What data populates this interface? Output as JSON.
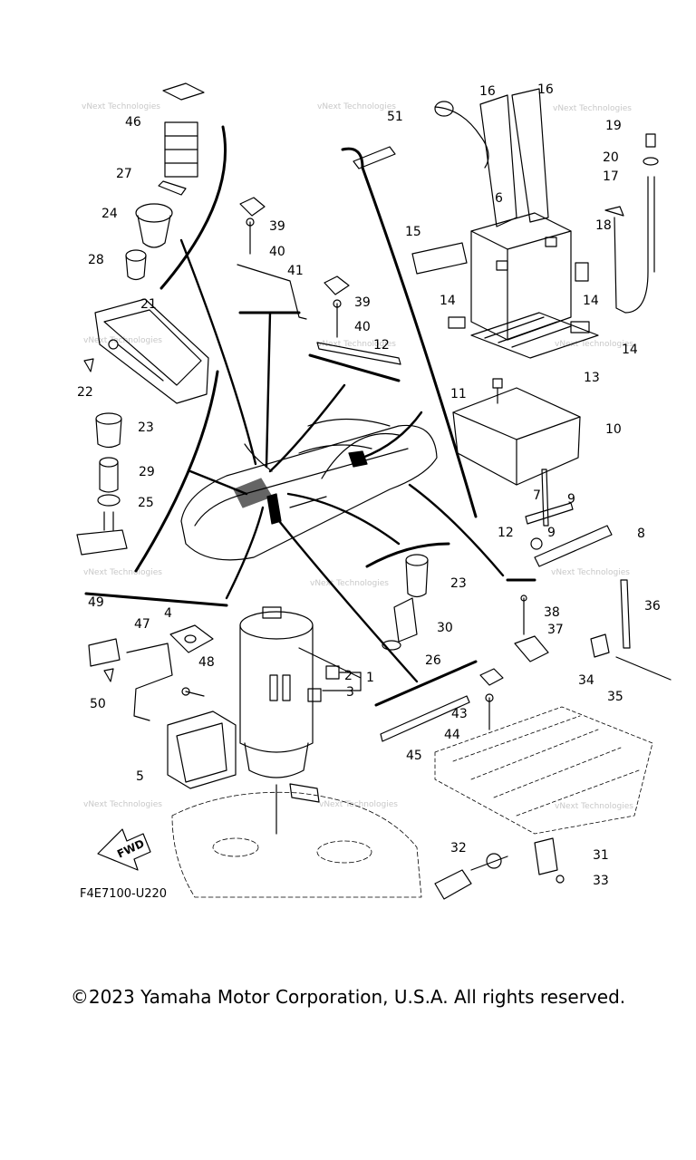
{
  "diagram": {
    "code": "F4E7100-U220",
    "fwd_label": "FWD",
    "watermark": "vNext Technologies",
    "callouts": [
      "1",
      "2",
      "3",
      "4",
      "5",
      "6",
      "7",
      "8",
      "9",
      "9",
      "10",
      "11",
      "12",
      "12",
      "13",
      "14",
      "14",
      "14",
      "15",
      "16",
      "16",
      "17",
      "18",
      "19",
      "20",
      "21",
      "22",
      "23",
      "23",
      "24",
      "25",
      "26",
      "27",
      "28",
      "29",
      "30",
      "31",
      "32",
      "33",
      "34",
      "35",
      "36",
      "37",
      "38",
      "39",
      "39",
      "40",
      "40",
      "41",
      "43",
      "44",
      "45",
      "46",
      "47",
      "48",
      "49",
      "50",
      "51"
    ]
  },
  "footer": {
    "copyright": "©2023 Yamaha Motor Corporation, U.S.A. All rights reserved."
  }
}
